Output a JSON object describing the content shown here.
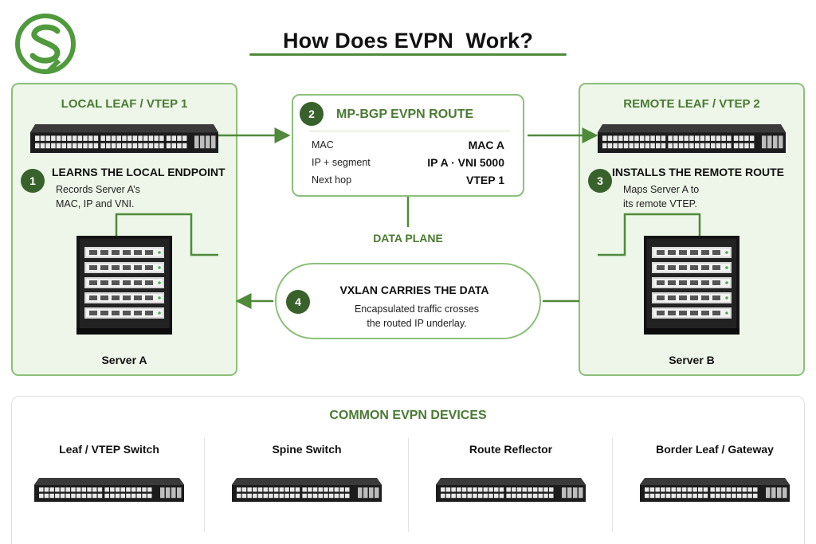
{
  "title": "How Does EVPN  Work?",
  "colors": {
    "accent": "#4f8a3a",
    "dark_green": "#39612b",
    "panel_bg": "#edf6e8",
    "panel_border": "#8cc07a"
  },
  "local_leaf": {
    "title": "LOCAL LEAF / VTEP 1",
    "step_number": "1",
    "step_heading": "LEARNS THE LOCAL ENDPOINT",
    "step_body_line1": "Records Server A’s",
    "step_body_line2": "MAC, IP and VNI.",
    "server_label": "Server A"
  },
  "route": {
    "step_number": "2",
    "title": "MP-BGP EVPN ROUTE",
    "rows": [
      {
        "key": "MAC",
        "value": "MAC A"
      },
      {
        "key": "IP + segment",
        "value": "IP A · VNI 5000"
      },
      {
        "key": "Next hop",
        "value": "VTEP 1"
      }
    ]
  },
  "remote_leaf": {
    "title": "REMOTE LEAF / VTEP 2",
    "step_number": "3",
    "step_heading": "INSTALLS THE REMOTE ROUTE",
    "step_body_line1": "Maps Server A to",
    "step_body_line2": "its remote VTEP.",
    "server_label": "Server B"
  },
  "data_plane": {
    "label": "DATA PLANE",
    "step_number": "4",
    "heading": "VXLAN CARRIES THE DATA",
    "body_line1": "Encapsulated traffic crosses",
    "body_line2": "the routed IP underlay."
  },
  "devices": {
    "title": "COMMON EVPN DEVICES",
    "items": [
      {
        "name": "Leaf / VTEP Switch"
      },
      {
        "name": "Spine Switch"
      },
      {
        "name": "Route Reflector"
      },
      {
        "name": "Border Leaf / Gateway"
      }
    ]
  }
}
